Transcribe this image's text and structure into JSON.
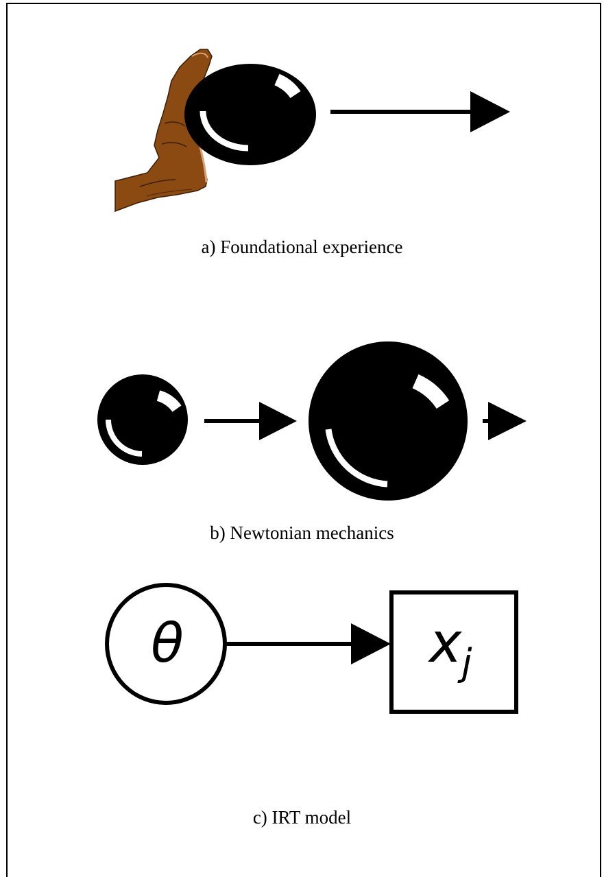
{
  "captions": {
    "a": "a) Foundational experience",
    "b": "b) Newtonian mechanics",
    "c": "c) IRT model"
  },
  "irt": {
    "latent_symbol": "θ",
    "item_symbol": "x",
    "item_subscript": "j"
  },
  "icons": {
    "hand": "hand-icon",
    "ball": "ball-icon",
    "arrow": "arrow-icon"
  },
  "colors": {
    "ink": "#000000",
    "skin": "#8B4A12",
    "skin_highlight": "#D9A074",
    "background": "#ffffff"
  }
}
